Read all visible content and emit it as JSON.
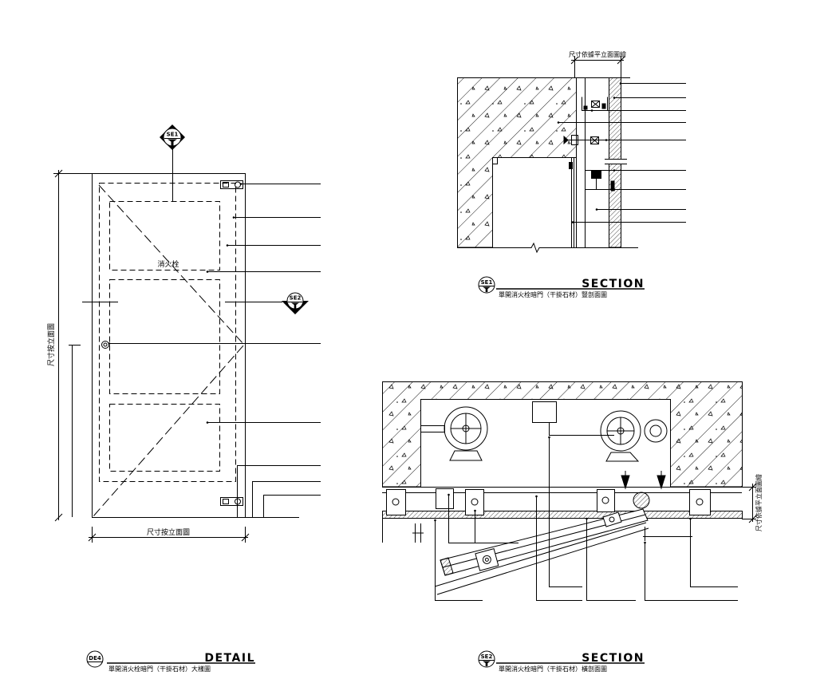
{
  "detail_elevation": {
    "section_marker_top": "SE1",
    "section_marker_side": "SE2",
    "hydrant_label": "消火栓",
    "dimension_vertical": "尺寸按立面圖",
    "dimension_horizontal": "尺寸按立面圖"
  },
  "detail_title": {
    "marker": "DE4",
    "title": "DETAIL",
    "subtitle": "單開消火栓暗門（干掛石材）大樣圖"
  },
  "vertical_section": {
    "dimension_top": "尺寸依據平立面圖繪"
  },
  "vertical_section_title": {
    "marker": "SE1",
    "title": "SECTION",
    "subtitle": "單開消火栓暗門（干掛石材）豎剖面圖"
  },
  "horizontal_section": {
    "dimension_right": "尺寸依據平立面圖繪"
  },
  "horizontal_section_title": {
    "marker": "SE2",
    "title": "SECTION",
    "subtitle": "單開消火栓暗門（干掛石材）橫剖面圖"
  },
  "colors": {
    "line": "#000000",
    "background": "#ffffff"
  }
}
